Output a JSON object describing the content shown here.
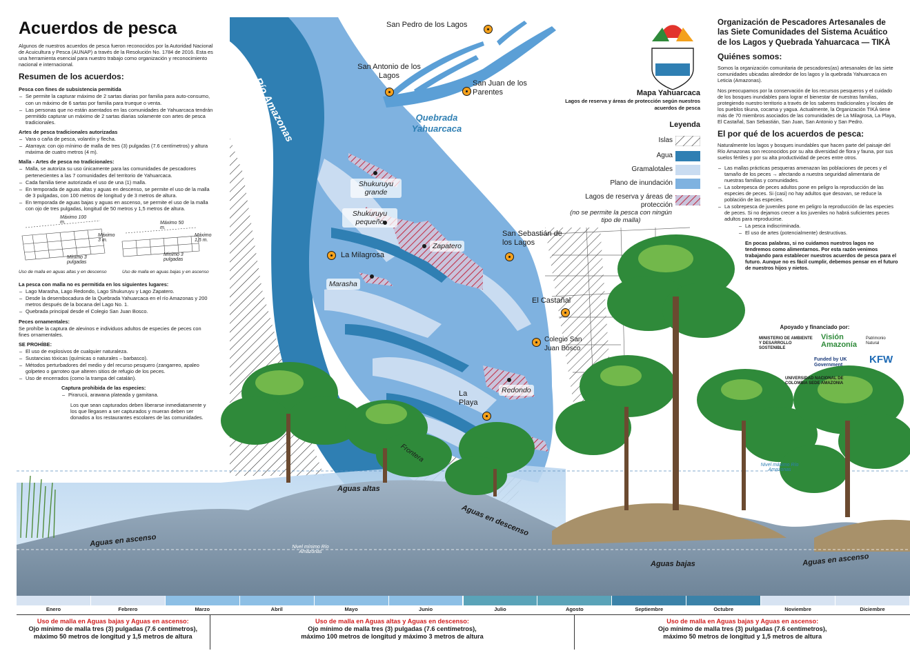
{
  "title": "Acuerdos de pesca",
  "intro": "Algunos de nuestros acuerdos de pesca fueron reconocidos por la Autoridad Nacional de Acuicultura y Pesca (AUNAP) a través de la Resolución No. 1784 de 2016. Esta es una herramienta esencial para nuestro trabajo como organización y reconocimiento nacional e internacional.",
  "summary_title": "Resumen de los acuerdos:",
  "sections": [
    {
      "title": "Pesca con fines de subsistencia permitida",
      "items": [
        "Se permite la capturar máximo de 2 sartas diarias por familia para auto-consumo, con un máximo de 6 sartas por familia para trueque o venta.",
        "Las personas que no están asentados en las comunidades de Yahuarcaca tendrán permitido capturar un máximo de 2 sartas diarias solamente con artes de pesca tradicionales."
      ]
    },
    {
      "title": "Artes de pesca tradicionales autorizadas",
      "items": [
        "Vara o caña de pesca, volantín y flecha.",
        "Atarraya: con ojo mínimo de malla de tres (3) pulgadas (7.6 centímetros) y altura máxima de cuatro metros (4 m)."
      ]
    },
    {
      "title": "Malla - Artes de pesca no tradicionales:",
      "items": [
        "Malla, se autoriza su uso únicamente para las comunidades de pescadores pertenecientes a las 7 comunidades del territorio de Yahuarcaca.",
        "Cada familia tiene autorizada el uso de una (1) malla.",
        "En temporada de aguas altas y aguas en descenso, se permite el uso de la malla de 3 pulgadas, con 100 metros de longitud y de 3 metros de altura.",
        "En temporada de aguas bajas y aguas en ascenso, se permite el uso de la malla con ojo de tres pulgadas, longitud de 50 metros y 1,5 metros de altura."
      ]
    }
  ],
  "nets": {
    "left_caption": "Uso de malla en aguas altas y en descenso",
    "right_caption": "Uso de malla en aguas bajas y en ascenso",
    "left_len": "Máximo 100 m.",
    "left_h": "Máximo 3 m.",
    "left_eye": "Mínimo 3 pulgadas",
    "right_len": "Máximo 50 m.",
    "right_h": "Máximo 1,5 m.",
    "right_eye": "Mínimo 3 pulgadas"
  },
  "sections2": [
    {
      "title": "La pesca con malla no es permitida en los siguientes lugares:",
      "items": [
        "Lago Marasha, Lago Redondo, Lago Shukuruyu y Lago Zapatero.",
        "Desde la desembocadura de la Quebrada Yahuarcaca en el río Amazonas y 200 metros después de la bocana del Lago No. 1.",
        "Quebrada principal desde el Colegio San Juan Bosco."
      ]
    },
    {
      "title": "Peces ornamentales:",
      "text": "Se prohíbe la captura de alevinos e individuos adultos de especies de peces con fines ornamentales."
    },
    {
      "title": "SE PROHÍBE:",
      "items": [
        "El uso de explosivos de cualquier naturaleza.",
        "Sustancias tóxicas (químicas o naturales – barbasco).",
        "Métodos perturbadores del medio y del recurso pesquero (zangarreo, apaleo golpeteo o garroteo que alteren sitios de refugio de los peces.",
        "Uso de encerrados (como la trampa del catalán)."
      ]
    }
  ],
  "prohibited_title": "Captura prohibida de las especies:",
  "prohibited_species": "Pirarucú, arawana plateada y gamitana.",
  "final_note": "Los que sean capturados deben liberarse inmediatamente y los que llegasen a ser capturados y mueran deben ser donados a los restaurantes escolares de las comunidades.",
  "org_title": "Organización de Pescadores Artesanales de las Siete Comunidades del Sistema Acuático de los Lagos y Quebrada Yahuarcaca — TIKÀ",
  "who_title": "Quiénes somos:",
  "who_p1": "Somos la organización comunitaria de pescadores(as) artesanales de las siete comunidades ubicadas alrededor de los lagos y la quebrada Yahuarcaca en Leticia (Amazonas).",
  "who_p2": "Nos preocupamos por la conservación de los recursos pesqueros y el cuidado de los bosques inundables para lograr el bienestar de nuestras familias, protegiendo nuestro territorio a través de los saberes tradicionales y locales de los pueblos tikuna, cocama y yagua. Actualmente, la Organización TIKÀ tiene más de 70 miembros asociados de las comunidades de La Milagrosa, La Playa, El Castañal, San Sebastián, San Juan, San Antonio y San Pedro.",
  "why_title": "El por qué de los acuerdos de pesca:",
  "why_p1": "Naturalmente los lagos y bosques inundables que hacen parte del paisaje del Río Amazonas son reconocidos por su alta diversidad de flora y fauna, por sus suelos fértiles y por su alta productividad de peces entre otros.",
  "why_items": [
    "Las mallas prácticas pesqueras amenazan las poblaciones de peces y el tamaño de los peces → afectando a nuestra seguridad alimentaria de nuestras familias y comunidades.",
    "La sobrepesca de peces adultos pone en peligro la reproducción de las especies de peces. Si (casi) no hay adultos que desovan, se reduce la población de las especies.",
    "La sobrepesca de juveniles pone en peligro la reproducción de las especies de peces. Si no dejamos crecer a los juveniles no habrá suficientes peces adultos para reproducirse."
  ],
  "why_sub": [
    "La pesca indiscriminada.",
    "El uso de artes (potencialmente) destructivas."
  ],
  "why_p2": "En pocas palabras, si no cuidamos nuestros lagos no tendremos como alimentarnos. Por esta razón venimos trabajando para establecer nuestros acuerdos de pesca para el futuro. Aunque no es fácil cumplir, debemos pensar en el futuro de nuestros hijos y nietos.",
  "support_title": "Apoyado y financiado por:",
  "logos": [
    "MINISTERIO DE AMBIENTE Y DESARROLLO SOSTENIBLE",
    "Visión Amazonía",
    "Patrimonio Natural",
    "Funded by UK Government",
    "KFW",
    "UNIVERSIDAD NACIONAL DE COLOMBIA SEDE AMAZONIA"
  ],
  "map_title": "Mapa Yahuarcaca",
  "map_subtitle": "Lagos de reserva y áreas de protección según nuestros acuerdos de pesca",
  "legend": {
    "title": "Leyenda",
    "items": [
      {
        "label": "Islas",
        "kind": "hatch"
      },
      {
        "label": "Agua",
        "kind": "water",
        "color": "#2f7fb3"
      },
      {
        "label": "Gramalotales",
        "kind": "gram",
        "color": "#c9dcf1"
      },
      {
        "label": "Plano de inundación",
        "kind": "flood",
        "color": "#7fb2e0"
      },
      {
        "label": "Lagos de reserva y áreas de protección",
        "kind": "reserve"
      }
    ],
    "reserve_note": "(no se permite la pesca con ningún tipo de malla)"
  },
  "places": {
    "san_pedro": "San Pedro de los Lagos",
    "san_antonio": "San Antonio de los Lagos",
    "san_juan": "San Juan de los Parentes",
    "san_sebastian": "San Sebastián de los Lagos",
    "la_milagrosa": "La Milagrosa",
    "el_castanal": "El Castañal",
    "colegio": "Colegio San Juan Bosco",
    "la_playa": "La Playa"
  },
  "lakes": {
    "shukuruyu_grande": "Shukuruyu grande",
    "shukuruyu_pequeno": "Shukuruyu pequeño",
    "zapatero": "Zapatero",
    "marasha": "Marasha",
    "redondo": "Redondo"
  },
  "rio_amazonas": "Río Amazonas",
  "quebrada": "Quebrada Yahuarcaca",
  "frontera": "Frontera",
  "nivel_max": "Nivel máximo Río Amazonas",
  "nivel_min": "Nivel mínimo Río Amazonas",
  "water_labels": {
    "ascenso_left": "Aguas en ascenso",
    "altas": "Aguas altas",
    "descenso": "Aguas en descenso",
    "bajas": "Aguas bajas",
    "ascenso_right": "Aguas en ascenso"
  },
  "months": [
    {
      "name": "Enero",
      "color": "#d7e3f2"
    },
    {
      "name": "Febrero",
      "color": "#d7e3f2"
    },
    {
      "name": "Marzo",
      "color": "#8dbfe5"
    },
    {
      "name": "Abril",
      "color": "#8dbfe5"
    },
    {
      "name": "Mayo",
      "color": "#8dbfe5"
    },
    {
      "name": "Junio",
      "color": "#8dbfe5"
    },
    {
      "name": "Julio",
      "color": "#5aa3b8"
    },
    {
      "name": "Agosto",
      "color": "#5aa3b8"
    },
    {
      "name": "Septiembre",
      "color": "#3b82a8"
    },
    {
      "name": "Octubre",
      "color": "#3b82a8"
    },
    {
      "name": "Noviembre",
      "color": "#d7e3f2"
    },
    {
      "name": "Diciembre",
      "color": "#d7e3f2"
    }
  ],
  "rules": [
    {
      "title": "Uso de malla en Aguas bajas y Aguas en ascenso:",
      "line1": "Ojo mínimo de malla tres (3) pulgadas (7.6 centímetros),",
      "line2": "máximo 50 metros de longitud y 1,5 metros de altura"
    },
    {
      "title": "Uso de malla en Aguas altas y Aguas en descenso:",
      "line1": "Ojo mínimo de malla tres (3) pulgadas (7.6 centímetros),",
      "line2": "máximo 100 metros de longitud y  máximo 3 metros de altura"
    },
    {
      "title": "Uso de malla en Aguas bajas y Aguas en ascenso:",
      "line1": "Ojo mínimo de malla tres (3) pulgadas (7.6 centímetros),",
      "line2": "máximo 50 metros de longitud y 1,5 metros de altura"
    }
  ]
}
